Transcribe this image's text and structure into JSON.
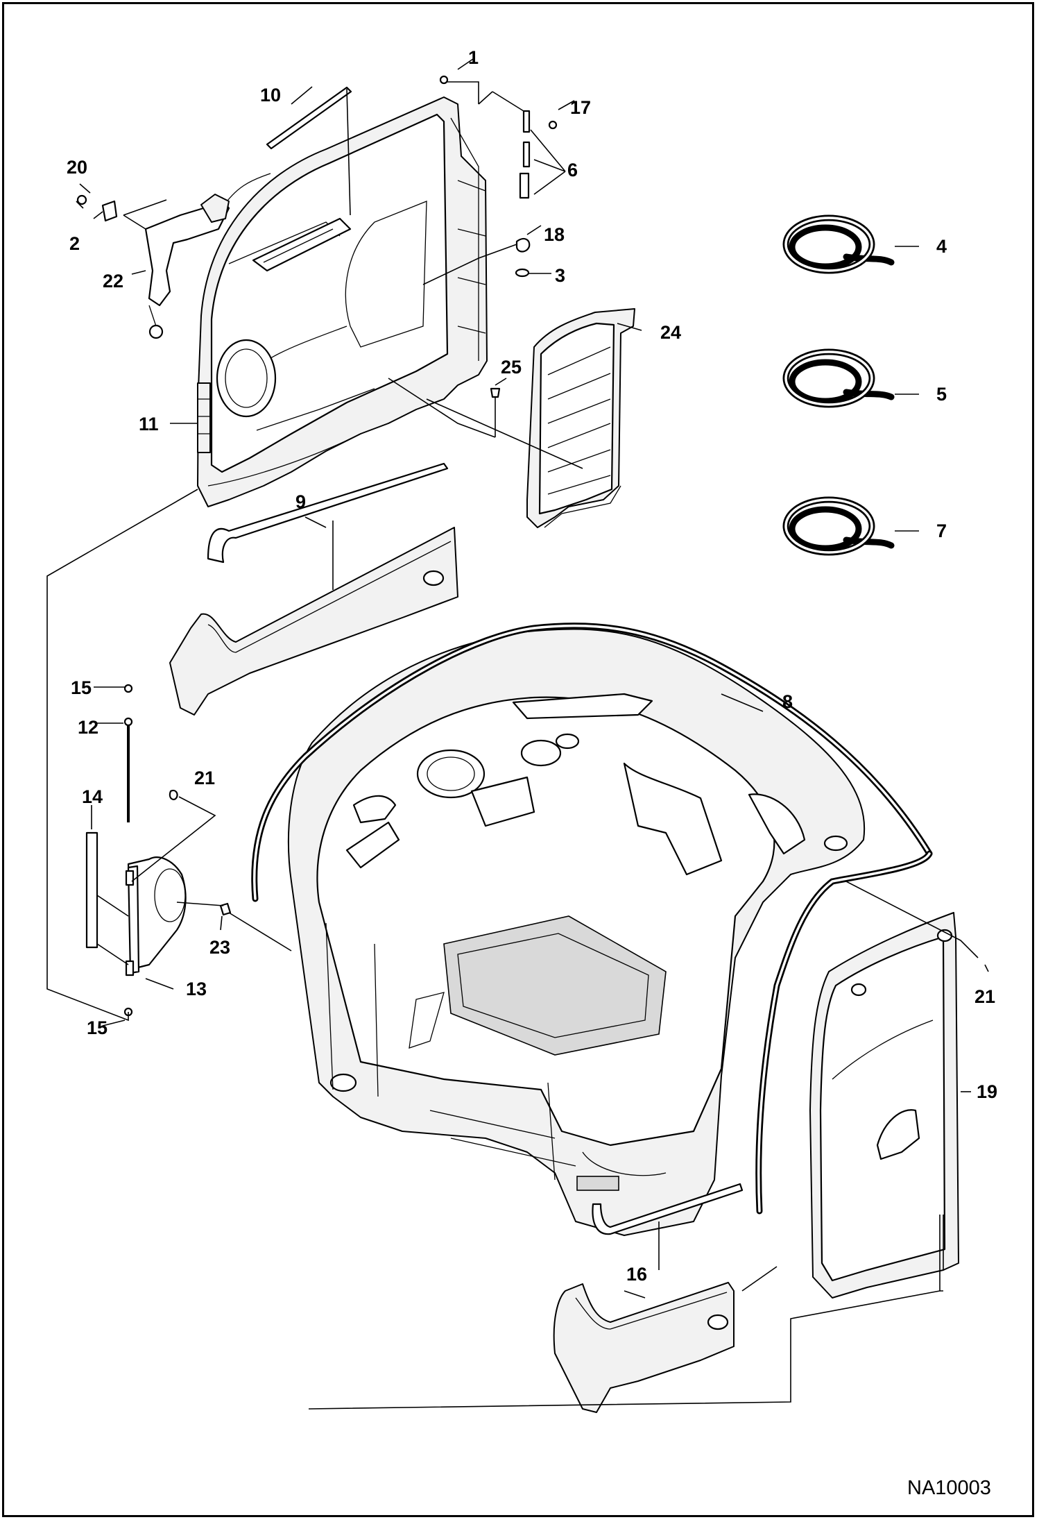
{
  "figure_id": "NA10003",
  "callouts": [
    {
      "id": "c1",
      "num": "1"
    },
    {
      "id": "c2",
      "num": "2"
    },
    {
      "id": "c3",
      "num": "3"
    },
    {
      "id": "c4",
      "num": "4"
    },
    {
      "id": "c5",
      "num": "5"
    },
    {
      "id": "c6",
      "num": "6"
    },
    {
      "id": "c7",
      "num": "7"
    },
    {
      "id": "c8",
      "num": "8"
    },
    {
      "id": "c9",
      "num": "9"
    },
    {
      "id": "c10",
      "num": "10"
    },
    {
      "id": "c11",
      "num": "11"
    },
    {
      "id": "c12",
      "num": "12"
    },
    {
      "id": "c13",
      "num": "13"
    },
    {
      "id": "c14",
      "num": "14"
    },
    {
      "id": "c15a",
      "num": "15"
    },
    {
      "id": "c15b",
      "num": "15"
    },
    {
      "id": "c16",
      "num": "16"
    },
    {
      "id": "c17",
      "num": "17"
    },
    {
      "id": "c18",
      "num": "18"
    },
    {
      "id": "c19",
      "num": "19"
    },
    {
      "id": "c20",
      "num": "20"
    },
    {
      "id": "c21a",
      "num": "21"
    },
    {
      "id": "c21b",
      "num": "21"
    },
    {
      "id": "c22",
      "num": "22"
    },
    {
      "id": "c23",
      "num": "23"
    },
    {
      "id": "c24",
      "num": "24"
    },
    {
      "id": "c25",
      "num": "25"
    }
  ]
}
